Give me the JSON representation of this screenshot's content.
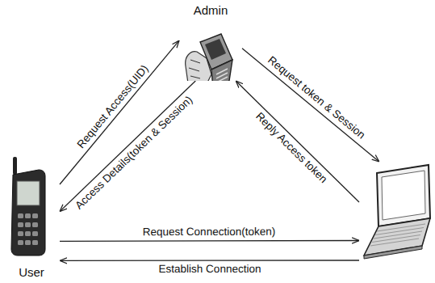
{
  "diagram": {
    "nodes": [
      {
        "text": [
          "Admin"
        ]
      },
      {
        "text": [
          "User"
        ]
      },
      {
        "text": []
      }
    ],
    "edges": [
      {
        "from": 1,
        "to": 0,
        "label": "Request Access(UID)",
        "arrow": "to"
      },
      {
        "from": 0,
        "to": 1,
        "label": "Access Details(token & Session)",
        "arrow": "to"
      },
      {
        "from": 0,
        "to": 2,
        "label": "Request token & Session",
        "arrow": "to"
      },
      {
        "from": 2,
        "to": 0,
        "label": "Reply Access token",
        "arrow": "to"
      },
      {
        "from": 1,
        "to": 2,
        "label": "Request Connection(token)",
        "arrow": "to"
      },
      {
        "from": 2,
        "to": 1,
        "label": "Establish Connection",
        "arrow": "to"
      }
    ]
  }
}
